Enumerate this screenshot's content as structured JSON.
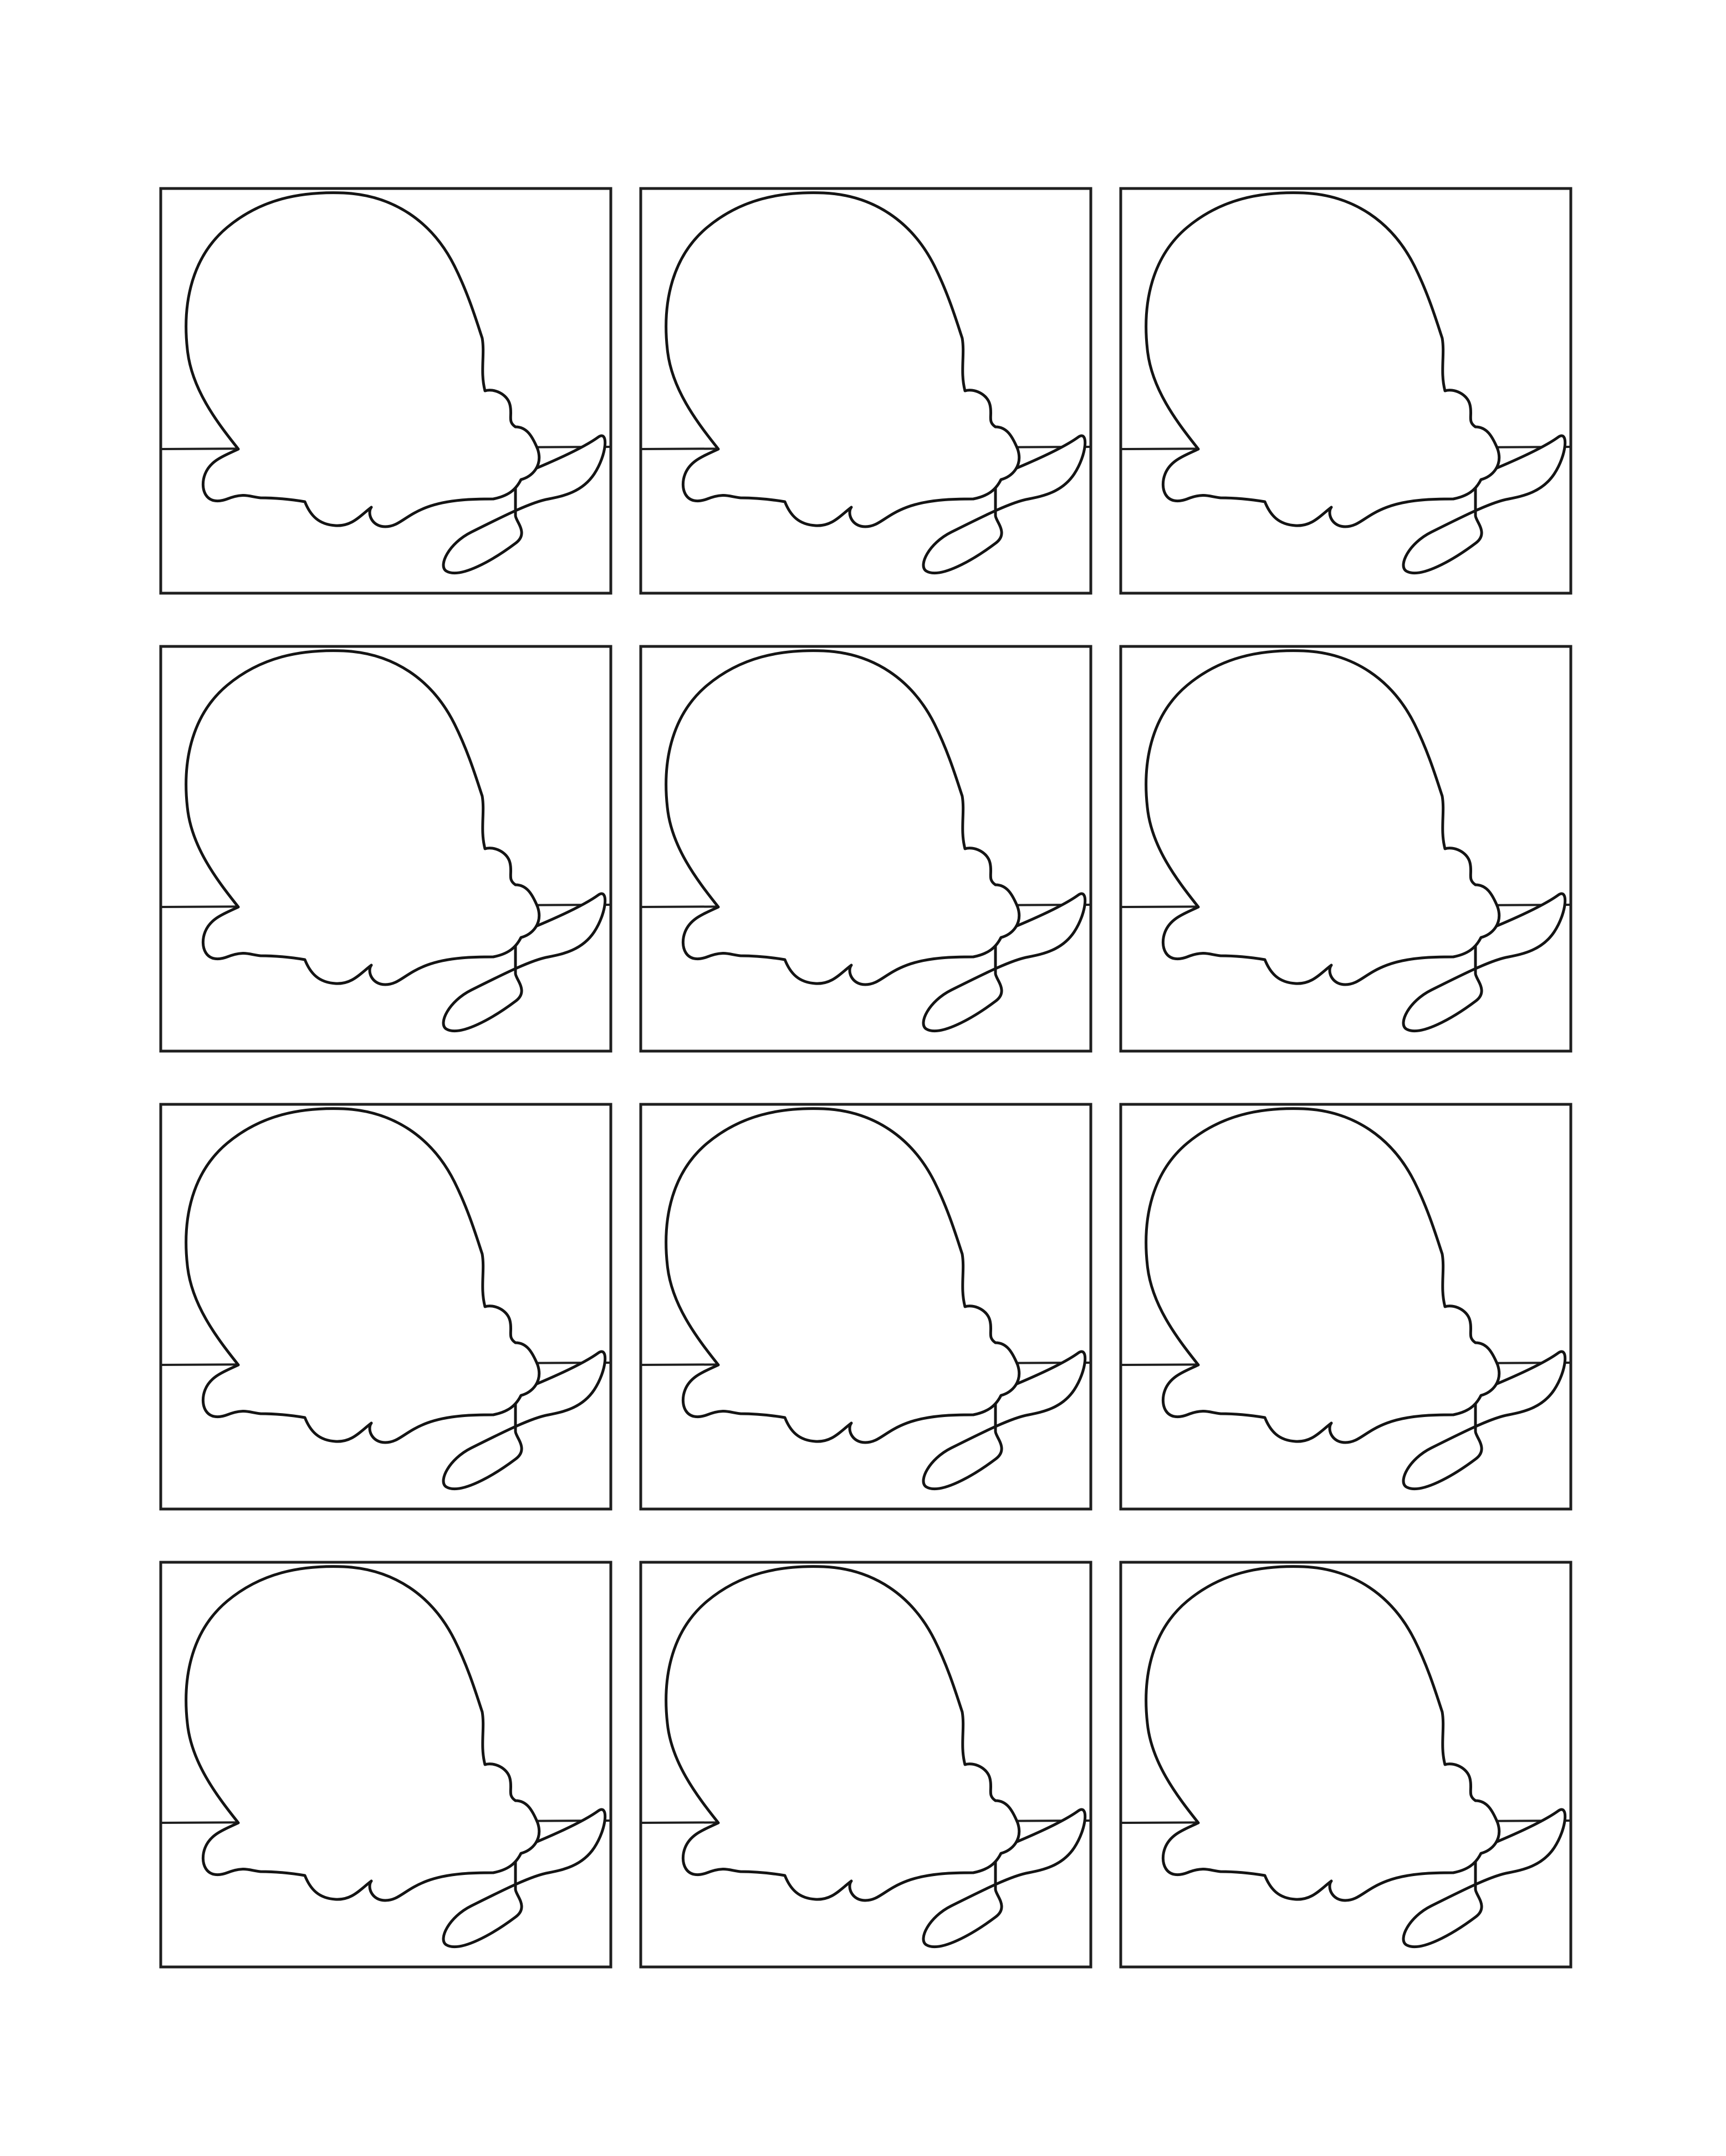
{
  "sheet": {
    "rows": 4,
    "columns": 3,
    "panel_count": 12,
    "background_color": "#ffffff",
    "line_color": "#141414",
    "panel_content": "blob-outline-with-horizon"
  }
}
